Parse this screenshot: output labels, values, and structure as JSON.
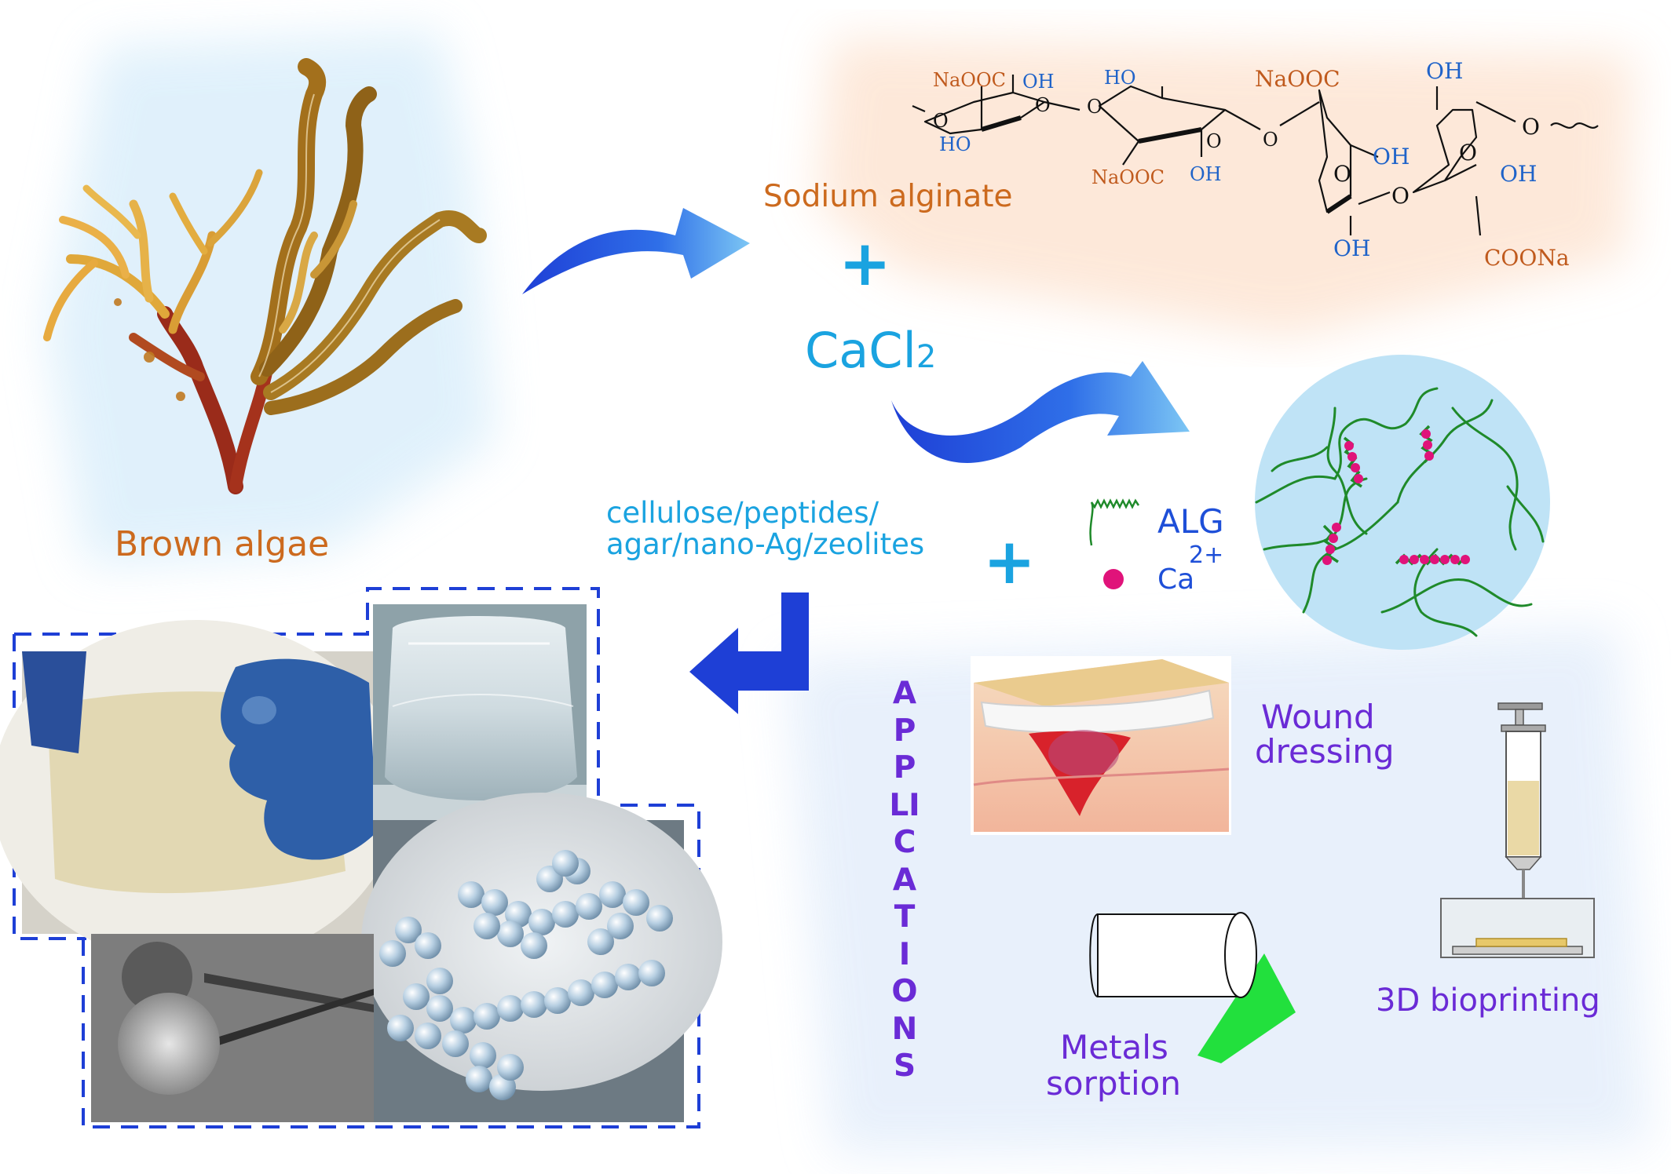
{
  "labels": {
    "brown_algae": "Brown algae",
    "sodium_alginate": "Sodium alginate",
    "plus": "+",
    "cacl2": "CaCl",
    "cacl2_sub": "2",
    "additives_line1": "cellulose/peptides/",
    "additives_line2": "agar/nano-Ag/zeolites",
    "legend_alg": "ALG",
    "legend_ca": "Ca",
    "legend_ca_sup": "2+",
    "applications": "APPLICATIONS",
    "wound_line1": "Wound",
    "wound_line2": "dressing",
    "metals_line1": "Metals",
    "metals_line2": "sorption",
    "bioprinting": "3D bioprinting"
  },
  "structure_labels": {
    "naooc_1": "NaOOC",
    "oh_1": "OH",
    "o_ring_1": "O",
    "o_left": "O",
    "ho_1": "HO",
    "o_link_1": "O",
    "ho_2": "HO",
    "naooc_2": "NaOOC",
    "oh_2": "OH",
    "o_ring_2": "O",
    "o_link_2": "O",
    "naooc_3": "NaOOC",
    "oh_3": "OH",
    "o_ring_3": "O",
    "oh_4": "OH",
    "o_link_3": "O",
    "oh_5": "OH",
    "o_ring_4": "O",
    "oh_6": "OH",
    "o_end": "O",
    "coona": "COONa"
  },
  "colors": {
    "orange_text": "#cc6a1e",
    "blue_text": "#1aa3e0",
    "violet_text": "#6a2bd6",
    "arrow_blue": "#1e3fd6",
    "ca_ion": "#e0137a",
    "alg_chain": "#1f8a2a"
  }
}
